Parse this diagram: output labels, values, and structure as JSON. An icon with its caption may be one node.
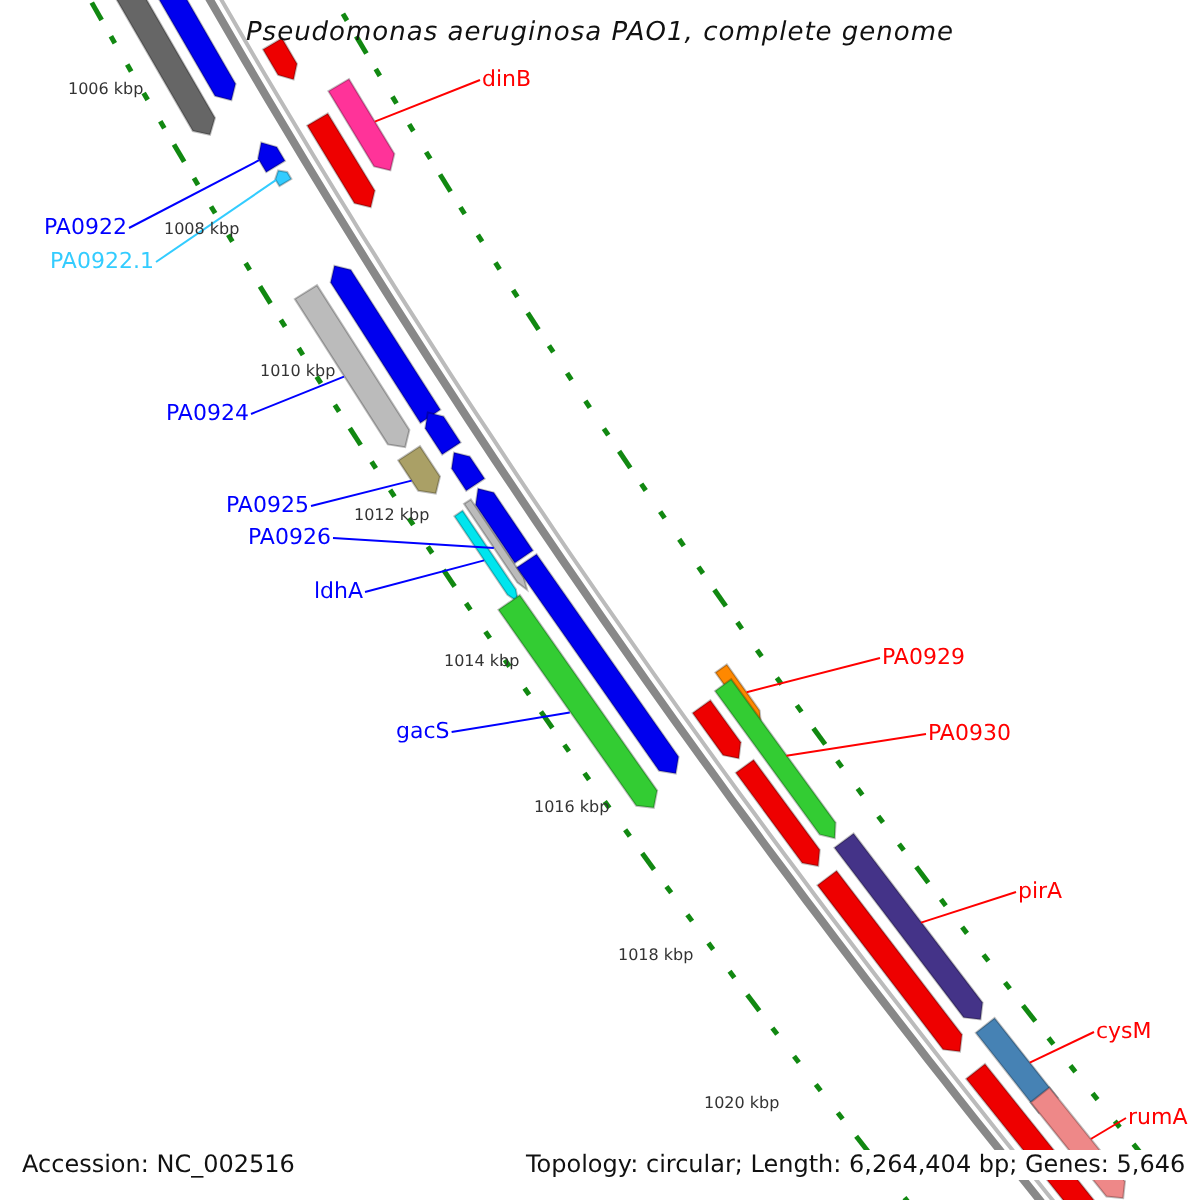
{
  "diagram": {
    "title": "Pseudomonas aeruginosa PAO1, complete genome",
    "nodes": [
      {
        "text": [
          "dinB"
        ]
      },
      {
        "text": [
          "PA0922"
        ]
      },
      {
        "text": [
          "PA0922.1"
        ]
      },
      {
        "text": [
          "PA0924"
        ]
      },
      {
        "text": [
          "PA0925"
        ]
      },
      {
        "text": [
          "PA0926"
        ]
      },
      {
        "text": [
          "ldhA"
        ]
      },
      {
        "text": [
          "PA0929"
        ]
      },
      {
        "text": [
          "gacS"
        ]
      },
      {
        "text": [
          "PA0930"
        ]
      },
      {
        "text": [
          "pirA"
        ]
      },
      {
        "text": [
          "cysM"
        ]
      },
      {
        "text": [
          "rumA"
        ]
      },
      {
        "text": [],
        "shape": "bar"
      },
      {
        "text": [],
        "shape": "bar"
      },
      {
        "text": [],
        "shape": "bar"
      },
      {
        "text": [],
        "shape": "bar"
      },
      {
        "text": [],
        "shape": "bar"
      },
      {
        "text": [],
        "shape": "bar"
      },
      {
        "text": [],
        "shape": "bar"
      },
      {
        "text": [],
        "shape": "bar"
      },
      {
        "text": [],
        "shape": "bar"
      },
      {
        "text": [],
        "shape": "bar"
      },
      {
        "text": [],
        "shape": "bar"
      },
      {
        "text": [],
        "shape": "bar"
      },
      {
        "text": [],
        "shape": "bar"
      },
      {
        "text": [],
        "shape": "bar"
      },
      {
        "text": [],
        "shape": "bar"
      },
      {
        "text": [],
        "shape": "bar"
      },
      {
        "text": [],
        "shape": "bar"
      },
      {
        "text": [],
        "shape": "bar"
      },
      {
        "text": [],
        "shape": "bar"
      },
      {
        "text": [],
        "shape": "bar"
      },
      {
        "text": [],
        "shape": "bar"
      },
      {
        "text": [],
        "shape": "bar"
      },
      {
        "text": [],
        "shape": "bar"
      },
      {
        "text": [],
        "shape": "bar"
      },
      {
        "text": [],
        "shape": "bar"
      },
      {
        "text": [],
        "shape": "bar"
      }
    ],
    "edges": [
      {
        "from": 0,
        "to": 13,
        "arrow": "none",
        "color": "#ff0000"
      },
      {
        "from": 1,
        "to": 14,
        "arrow": "none",
        "color": "#0000ff"
      },
      {
        "from": 2,
        "to": 15,
        "arrow": "none",
        "color": "#33ccff"
      },
      {
        "from": 3,
        "to": 16,
        "arrow": "none",
        "color": "#0000ff"
      },
      {
        "from": 4,
        "to": 17,
        "arrow": "none",
        "color": "#0000ff"
      },
      {
        "from": 5,
        "to": 18,
        "arrow": "none",
        "color": "#0000ff"
      },
      {
        "from": 6,
        "to": 19,
        "arrow": "none",
        "color": "#0000ff"
      },
      {
        "from": 7,
        "to": 20,
        "arrow": "none",
        "color": "#ff0000"
      },
      {
        "from": 8,
        "to": 21,
        "arrow": "none",
        "color": "#0000ff"
      },
      {
        "from": 9,
        "to": 22,
        "arrow": "none",
        "color": "#ff0000"
      },
      {
        "from": 10,
        "to": 23,
        "arrow": "none",
        "color": "#ff0000"
      },
      {
        "from": 11,
        "to": 24,
        "arrow": "none",
        "color": "#ff0000"
      },
      {
        "from": 12,
        "to": 25,
        "arrow": "none",
        "color": "#ff0000"
      }
    ],
    "labels": [
      "1006 kbp",
      "1008 kbp",
      "1010 kbp",
      "1012 kbp",
      "1014 kbp",
      "1016 kbp",
      "1018 kbp",
      "1020 kbp",
      "Accession: NC_002516",
      "Topology: circular; Length: 6,264,404 bp; Genes: 5,646"
    ]
  }
}
